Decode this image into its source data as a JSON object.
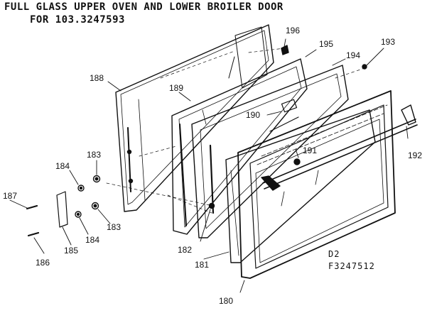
{
  "title": {
    "line1": "FULL GLASS UPPER OVEN AND LOWER BROILER DOOR",
    "line2": "FOR 103.3247593"
  },
  "reference": {
    "code": "D2",
    "figure": "F3247512"
  },
  "parts": [
    {
      "id": "180"
    },
    {
      "id": "181"
    },
    {
      "id": "182"
    },
    {
      "id": "183"
    },
    {
      "id": "184"
    },
    {
      "id": "185"
    },
    {
      "id": "186"
    },
    {
      "id": "187"
    },
    {
      "id": "188"
    },
    {
      "id": "189"
    },
    {
      "id": "190"
    },
    {
      "id": "191"
    },
    {
      "id": "192"
    },
    {
      "id": "193"
    },
    {
      "id": "194"
    },
    {
      "id": "195"
    },
    {
      "id": "196"
    }
  ]
}
